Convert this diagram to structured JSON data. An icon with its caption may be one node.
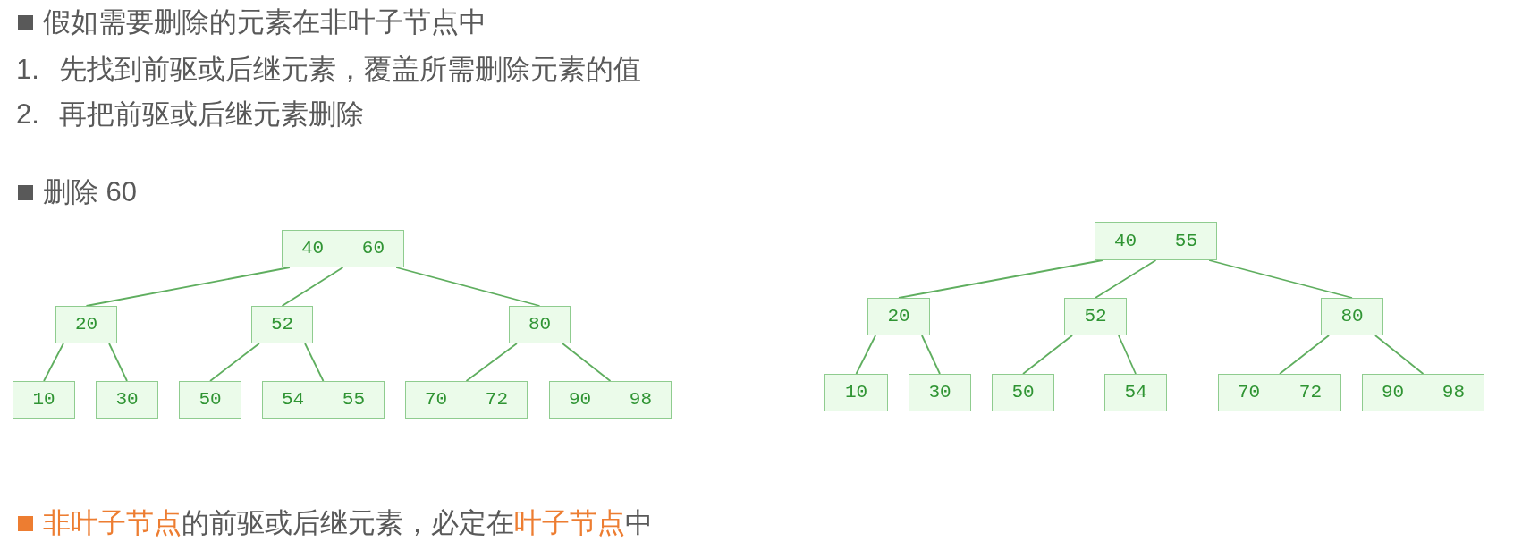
{
  "diagram": {
    "nodes": [
      {
        "text": [
          "40",
          "60"
        ]
      },
      {
        "text": [
          "20"
        ]
      },
      {
        "text": [
          "52"
        ]
      },
      {
        "text": [
          "80"
        ]
      },
      {
        "text": [
          "10"
        ]
      },
      {
        "text": [
          "30"
        ]
      },
      {
        "text": [
          "50"
        ]
      },
      {
        "text": [
          "54",
          "55"
        ]
      },
      {
        "text": [
          "70",
          "72"
        ]
      },
      {
        "text": [
          "90",
          "98"
        ]
      },
      {
        "text": [
          "40",
          "55"
        ]
      },
      {
        "text": [
          "20"
        ]
      },
      {
        "text": [
          "52"
        ]
      },
      {
        "text": [
          "80"
        ]
      },
      {
        "text": [
          "10"
        ]
      },
      {
        "text": [
          "30"
        ]
      },
      {
        "text": [
          "50"
        ]
      },
      {
        "text": [
          "54"
        ]
      },
      {
        "text": [
          "70",
          "72"
        ]
      },
      {
        "text": [
          "90",
          "98"
        ]
      }
    ],
    "edges": [
      {
        "from": 0,
        "to": 1,
        "arrow": "none"
      },
      {
        "from": 0,
        "to": 2,
        "arrow": "none"
      },
      {
        "from": 0,
        "to": 3,
        "arrow": "none"
      },
      {
        "from": 1,
        "to": 4,
        "arrow": "none"
      },
      {
        "from": 1,
        "to": 5,
        "arrow": "none"
      },
      {
        "from": 2,
        "to": 6,
        "arrow": "none"
      },
      {
        "from": 2,
        "to": 7,
        "arrow": "none"
      },
      {
        "from": 3,
        "to": 8,
        "arrow": "none"
      },
      {
        "from": 3,
        "to": 9,
        "arrow": "none"
      },
      {
        "from": 10,
        "to": 11,
        "arrow": "none"
      },
      {
        "from": 10,
        "to": 12,
        "arrow": "none"
      },
      {
        "from": 10,
        "to": 13,
        "arrow": "none"
      },
      {
        "from": 11,
        "to": 14,
        "arrow": "none"
      },
      {
        "from": 11,
        "to": 15,
        "arrow": "none"
      },
      {
        "from": 12,
        "to": 16,
        "arrow": "none"
      },
      {
        "from": 12,
        "to": 17,
        "arrow": "none"
      },
      {
        "from": 13,
        "to": 18,
        "arrow": "none"
      },
      {
        "from": 13,
        "to": 19,
        "arrow": "none"
      }
    ],
    "labels": [
      "假如需要删除的元素在非叶子节点中",
      "1. 先找到前驱或后继元素，覆盖所需删除元素的值",
      "2. 再把前驱或后继元素删除",
      "删除 60",
      "**非叶子节点**的前驱或后继元素，必定在**叶子节点**中"
    ]
  }
}
